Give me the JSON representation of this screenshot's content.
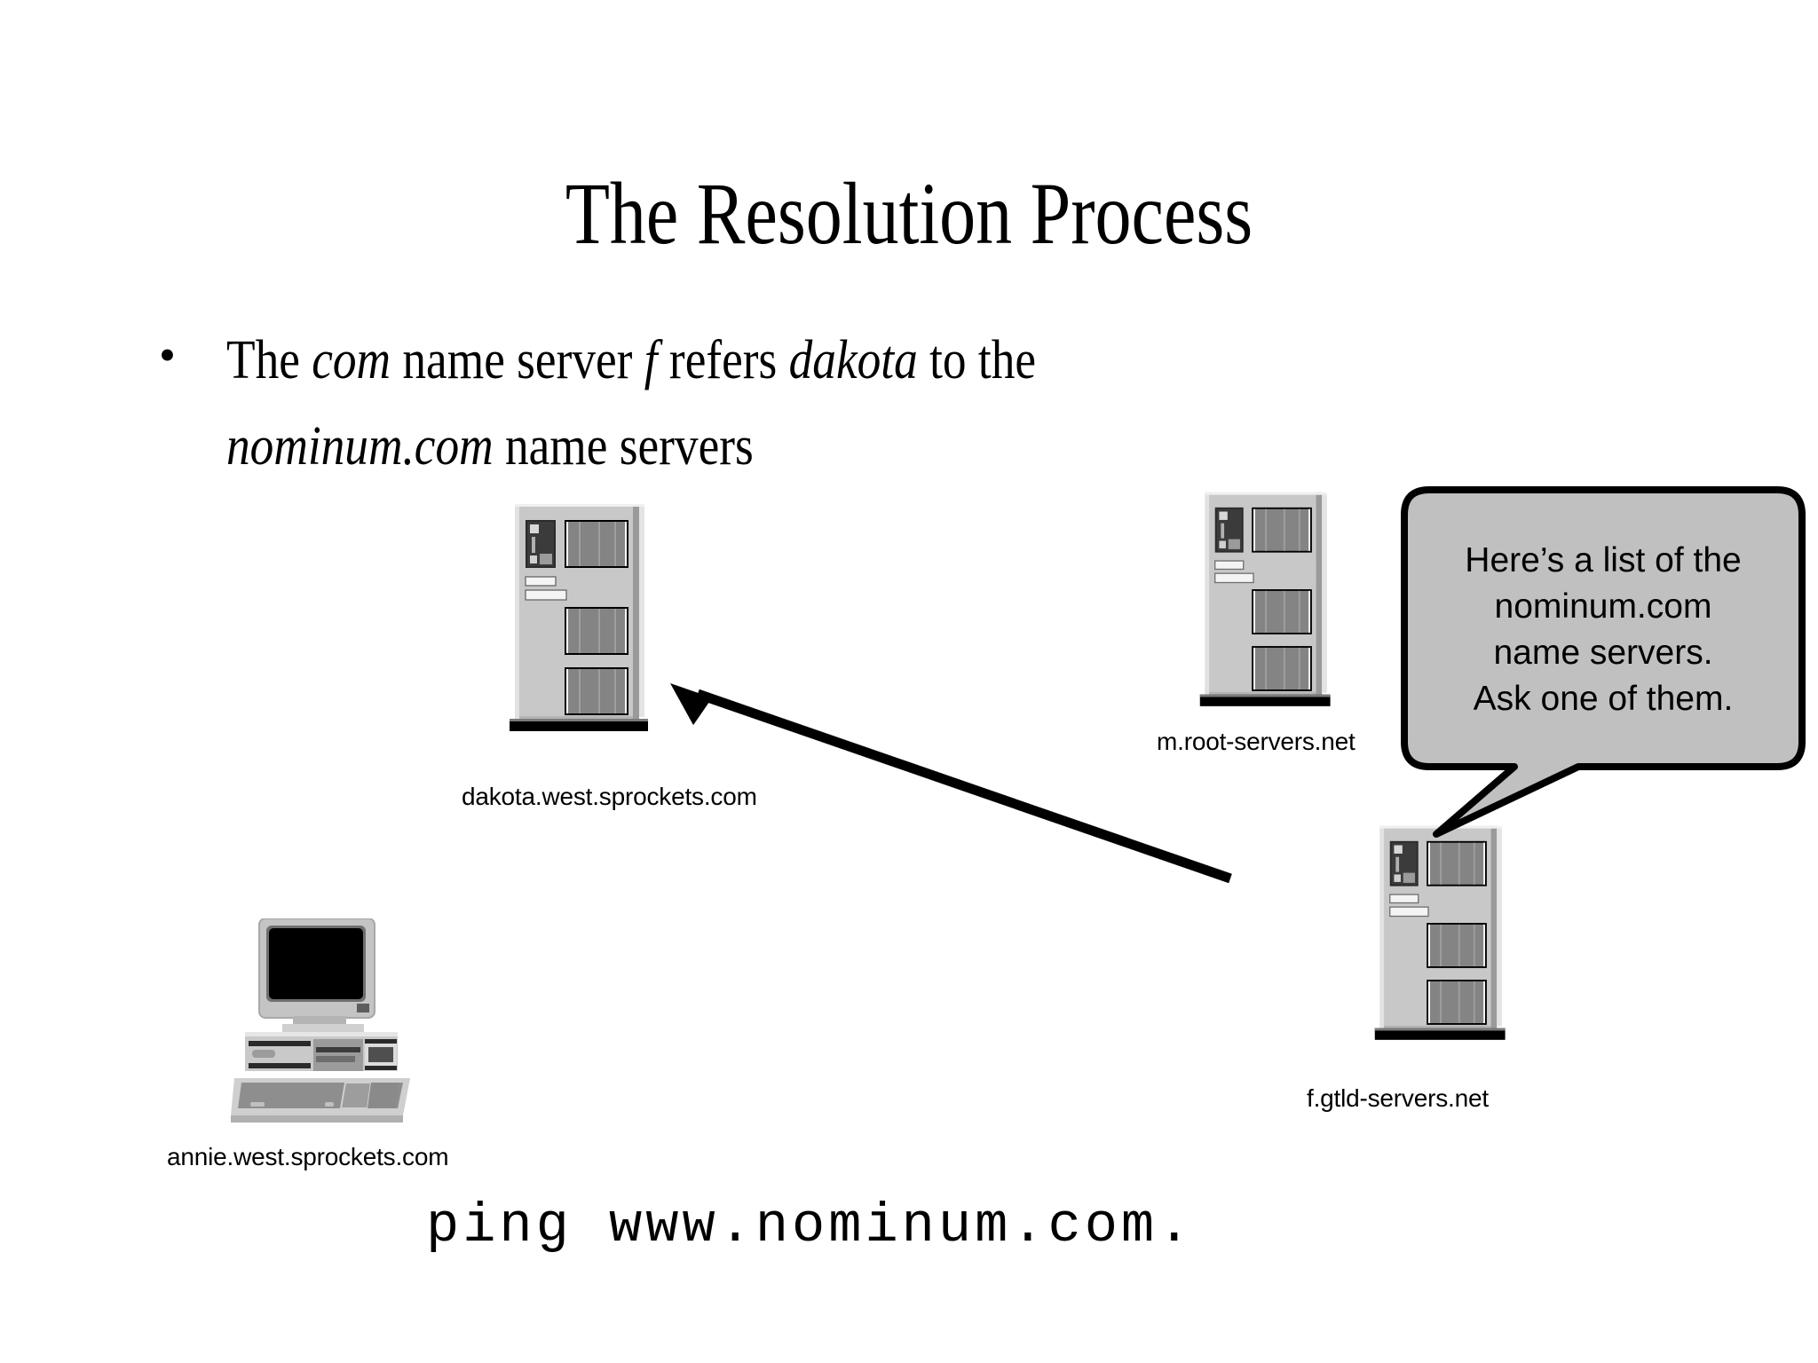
{
  "slide": {
    "title": "The Resolution Process",
    "bullets": [
      {
        "marker": "•",
        "line1_pre": "The ",
        "line1_em1": "com",
        "line1_mid": " name server ",
        "line1_em2": "f",
        "line1_mid2": " refers ",
        "line1_em3": "dakota",
        "line1_post": " to the",
        "line2_em": "nominum.com",
        "line2_post": " name servers"
      }
    ],
    "command": "ping www.nominum.com."
  },
  "diagram": {
    "nodes": [
      {
        "id": "dakota",
        "label": "dakota.west.sprockets.com",
        "icon": "server-icon"
      },
      {
        "id": "mroot",
        "label": "m.root-servers.net",
        "icon": "server-icon"
      },
      {
        "id": "fgtld",
        "label": "f.gtld-servers.net",
        "icon": "server-icon"
      },
      {
        "id": "annie",
        "label": "annie.west.sprockets.com",
        "icon": "computer-icon"
      }
    ],
    "callout": {
      "source": "fgtld",
      "lines": [
        "Here’s a list of the",
        "nominum.com",
        "name servers.",
        "Ask one of them."
      ]
    },
    "arrow": {
      "from": "fgtld",
      "to": "dakota",
      "style": "solid-filled-head"
    }
  },
  "colors": {
    "background": "#ffffff",
    "foreground": "#000000",
    "bubble_fill": "#c0c0c0",
    "bubble_stroke": "#000000",
    "server_body": "#c8c8c8",
    "server_panel": "#848484",
    "server_base": "#000000",
    "computer_body": "#c8c8c8",
    "computer_screen": "#000000"
  }
}
